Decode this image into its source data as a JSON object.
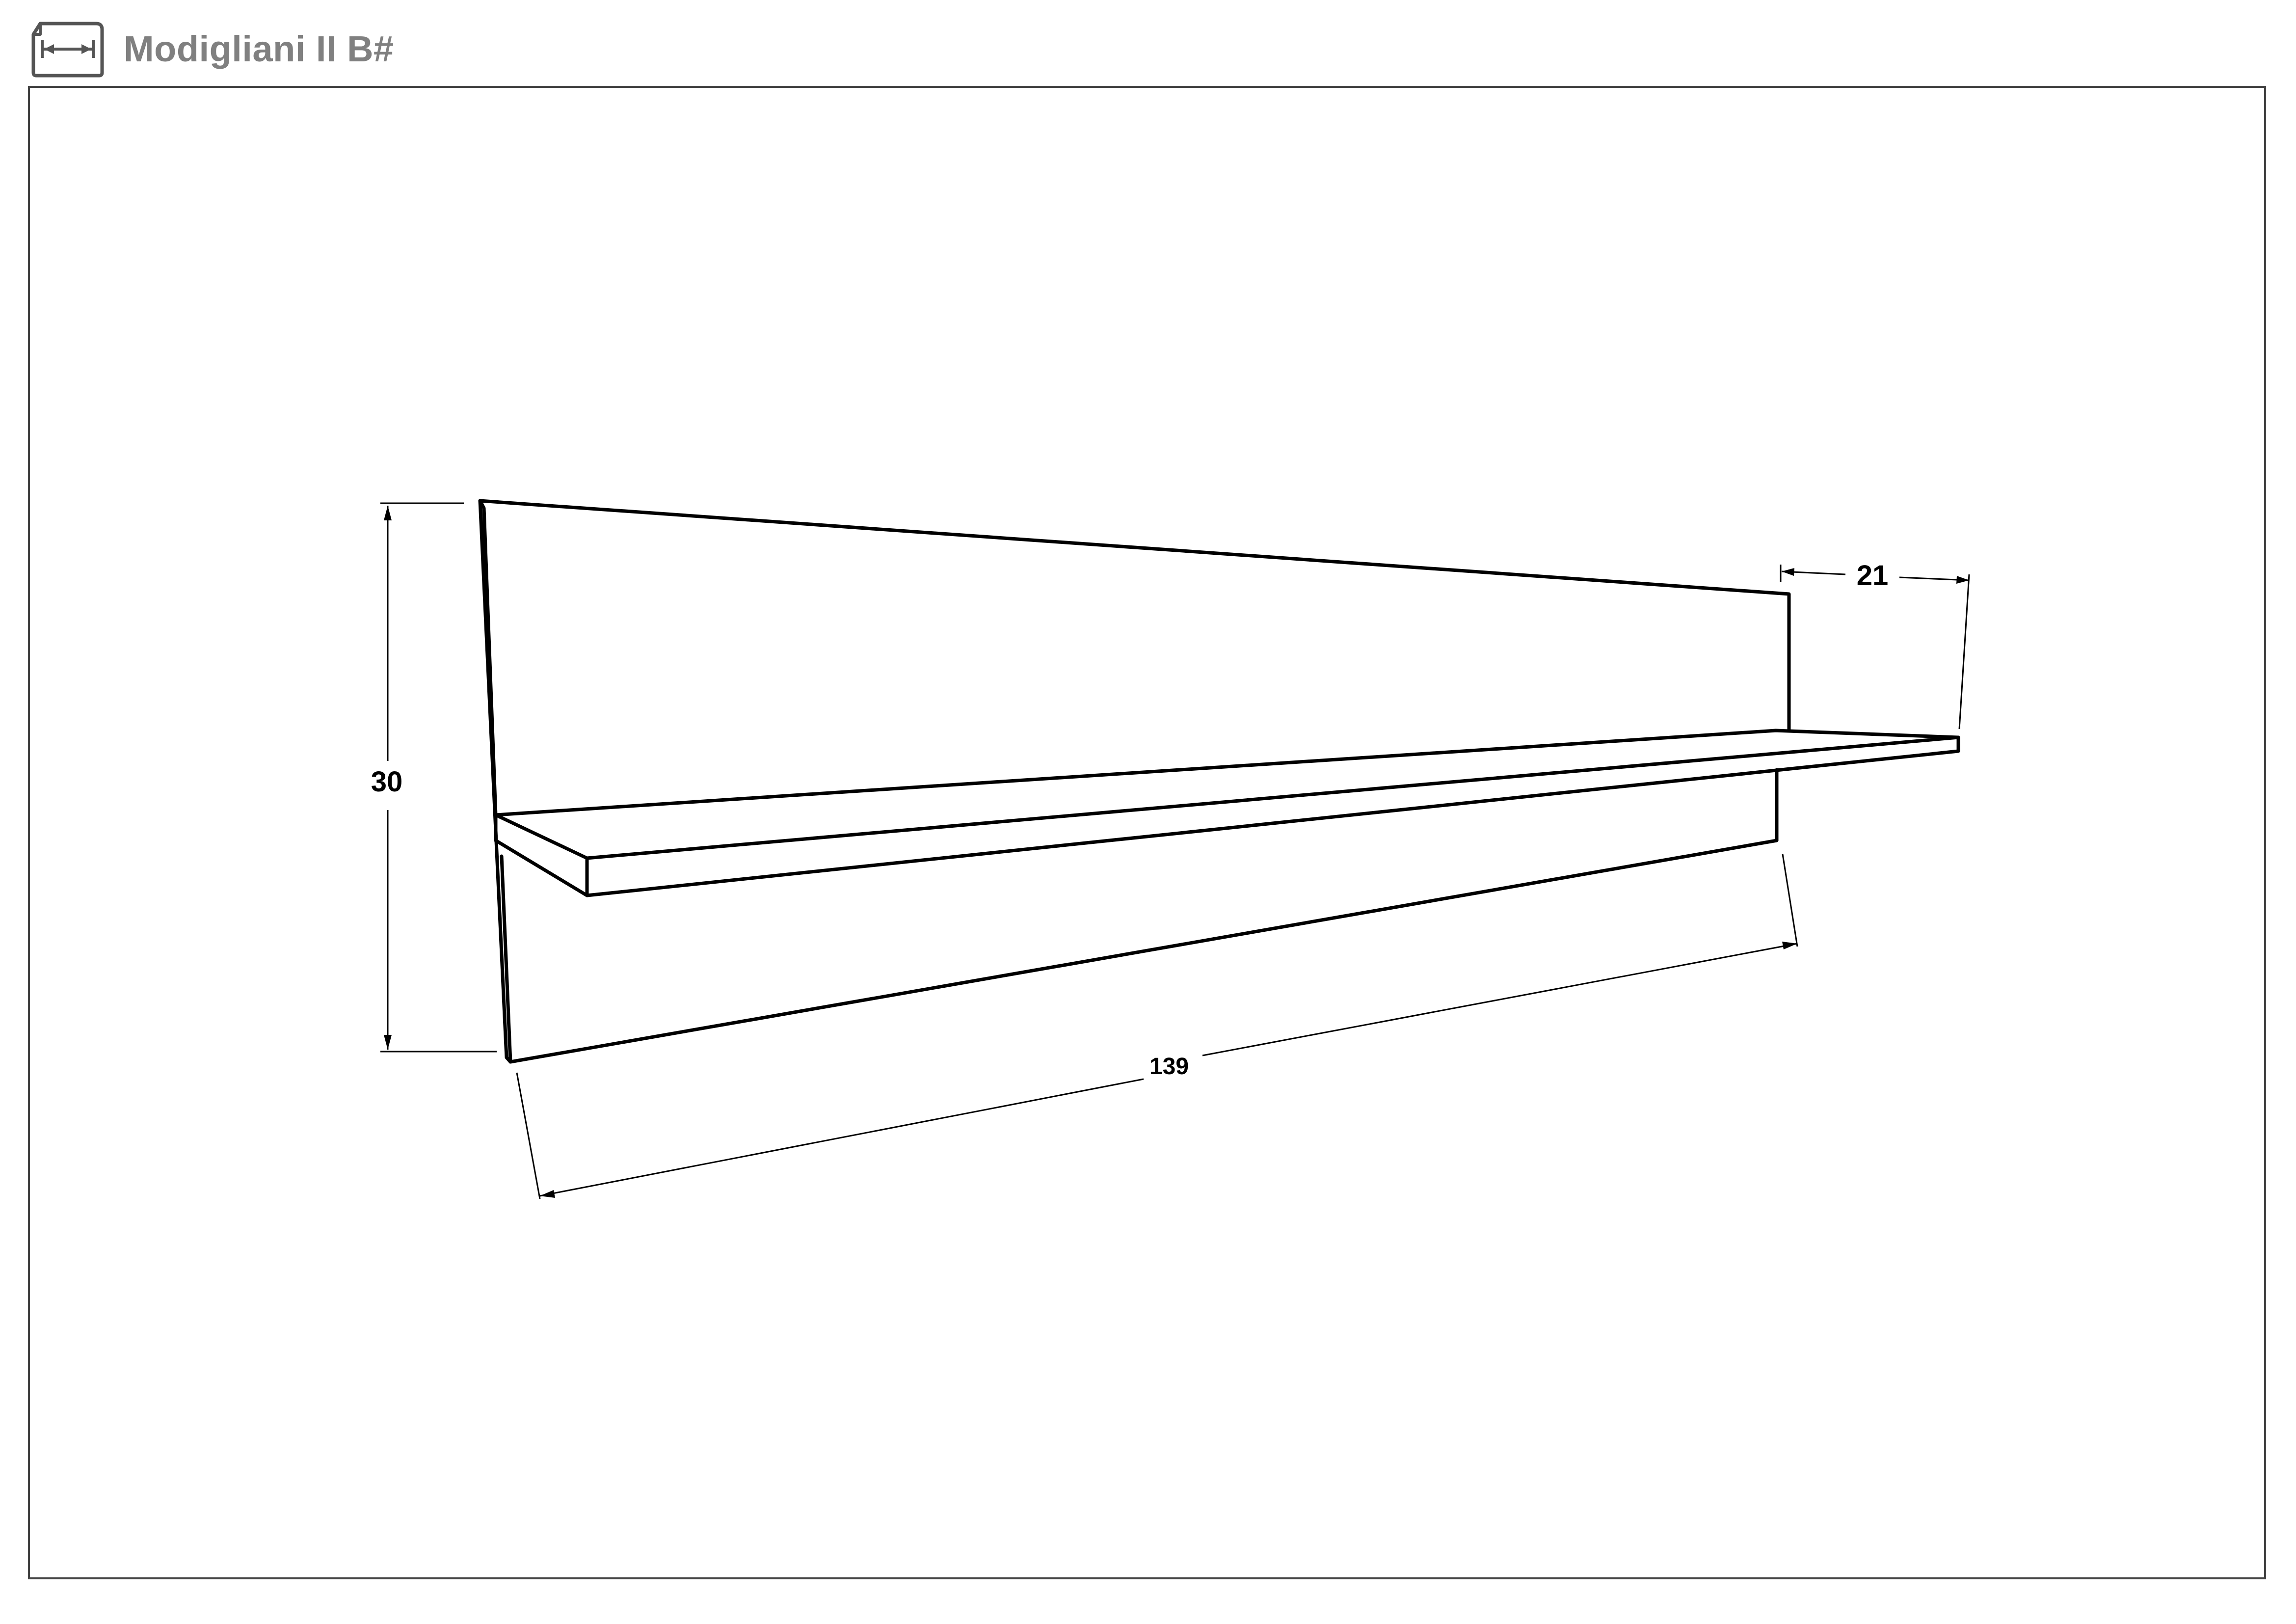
{
  "header": {
    "title": "Modigliani II B#",
    "icon": "dimensions-document-icon"
  },
  "drawing": {
    "subject": "wall shelf",
    "line_color": "#000000",
    "frame_color": "#444444",
    "title_color": "#808080",
    "dimensions": {
      "width": "139",
      "height": "30",
      "depth": "21"
    }
  }
}
